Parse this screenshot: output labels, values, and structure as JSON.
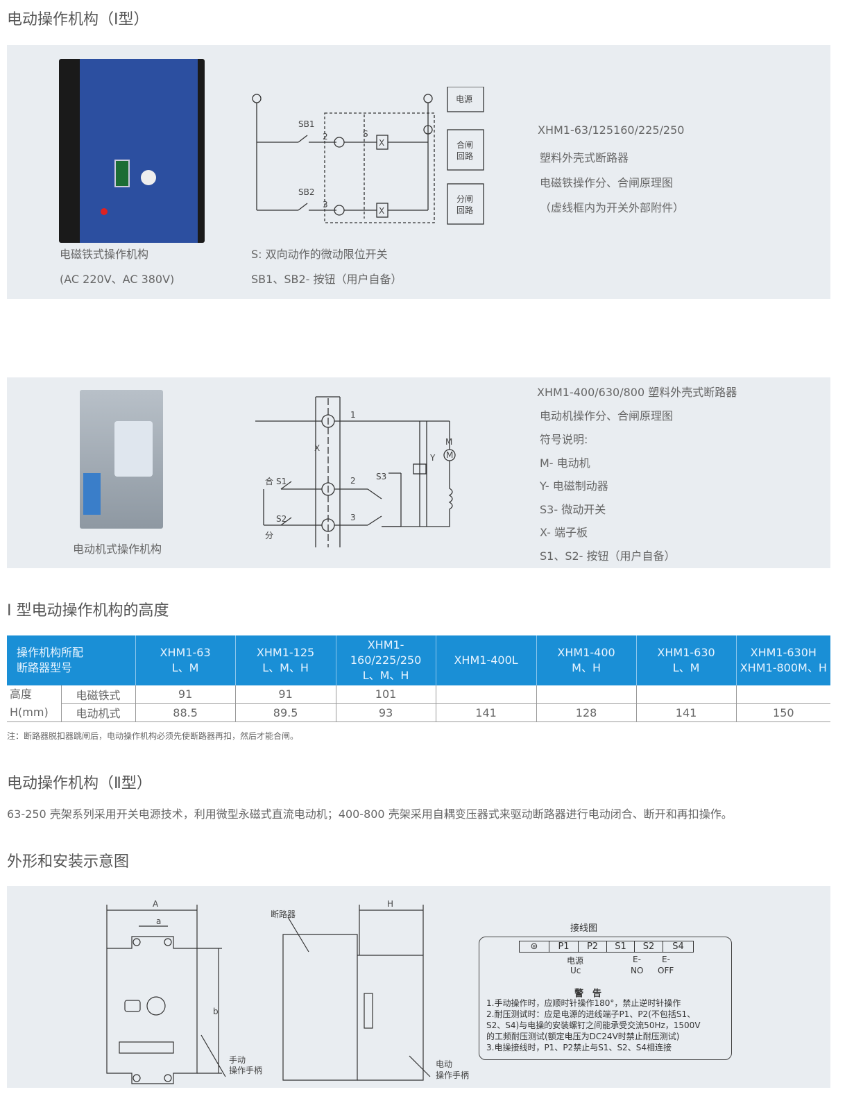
{
  "section1": {
    "title": "电动操作机构（Ⅰ型）",
    "photo_caption": [
      "电磁铁式操作机构",
      "(AC 220V、AC 380V)"
    ],
    "legend": [
      "S: 双向动作的微动限位开关",
      "SB1、SB2- 按钮（用户自备）"
    ],
    "diagram_labels": {
      "sb1": "SB1",
      "sb2": "SB2",
      "n2": "2",
      "n3": "3",
      "s": "S",
      "x": "X",
      "power": "电源",
      "close1": "合闸",
      "close2": "回路",
      "open1": "分闸",
      "open2": "回路"
    },
    "desc": [
      "XHM1-63/125160/225/250",
      "塑料外壳式断路器",
      "电磁铁操作分、合闸原理图",
      "（虚线框内为开关外部附件）"
    ]
  },
  "section2": {
    "photo_caption": "电动机式操作机构",
    "diagram_labels": {
      "n1": "1",
      "n2": "2",
      "n3": "3",
      "x": "X",
      "s1": "S1",
      "s2": "S2",
      "s3": "S3",
      "he": "合",
      "fen": "分",
      "y": "Y",
      "m": "M"
    },
    "desc": [
      "XHM1-400/630/800 塑料外壳式断路器",
      "电动机操作分、合闸原理图",
      "符号说明:",
      "M- 电动机",
      "Y- 电磁制动器",
      "S3- 微动开关",
      "X- 端子板",
      "S1、S2- 按钮（用户自备）"
    ]
  },
  "table_section": {
    "title": "I 型电动操作机构的高度",
    "header_first": [
      "操作机构所配",
      "断路器型号"
    ],
    "columns": [
      [
        "XHM1-63",
        "L、M"
      ],
      [
        "XHM1-125",
        "L、M、H"
      ],
      [
        "XHM1-",
        "160/225/250",
        "L、M、H"
      ],
      [
        "XHM1-400L"
      ],
      [
        "XHM1-400",
        "M、H"
      ],
      [
        "XHM1-630",
        "L、M"
      ],
      [
        "XHM1-630H",
        "XHM1-800M、H"
      ]
    ],
    "row_group": [
      "高度",
      "H(mm)"
    ],
    "rows": [
      {
        "label": "电磁铁式",
        "values": [
          "91",
          "91",
          "101",
          "",
          "",
          "",
          ""
        ]
      },
      {
        "label": "电动机式",
        "values": [
          "88.5",
          "89.5",
          "93",
          "141",
          "128",
          "141",
          "150"
        ]
      }
    ],
    "note": "注：断路器脱扣器跳闸后，电动操作机构必须先使断路器再扣，然后才能合闸。"
  },
  "section3": {
    "title": "电动操作机构（Ⅱ型）",
    "paragraph": "63-250 壳架系列采用开关电源技术，利用微型永磁式直流电动机；400-800 壳架采用自耦变压器式来驱动断路器进行电动闭合、断开和再扣操作。"
  },
  "section4": {
    "title": "外形和安装示意图",
    "dims": {
      "A": "A",
      "a": "a",
      "b": "b",
      "H": "H"
    },
    "labels": {
      "breaker": "断路器",
      "manual1": "手动",
      "manual2": "操作手柄",
      "elec1": "电动",
      "elec2": "操作手柄"
    },
    "wiring": {
      "title": "接线图",
      "terminals": [
        "⊜",
        "P1",
        "P2",
        "S1",
        "S2",
        "S4"
      ],
      "power": "电源",
      "uc": "Uc",
      "e1": "E-",
      "e2": "E-",
      "no": "NO",
      "off": "OFF",
      "warn": "警　告",
      "lines": [
        "1.手动操作时，应顺时针操作180°，禁止逆时针操作",
        "2.耐压测试时：应是电源的进线端子P1、P2(不包括S1、",
        "S2、S4)与电操的安装螺钉之间能承受交流50Hz，1500V",
        "的工频耐压测试(额定电压为DC24V时禁止耐压测试)",
        "3.电操接线时，P1、P2禁止与S1、S2、S4相连接"
      ]
    }
  }
}
